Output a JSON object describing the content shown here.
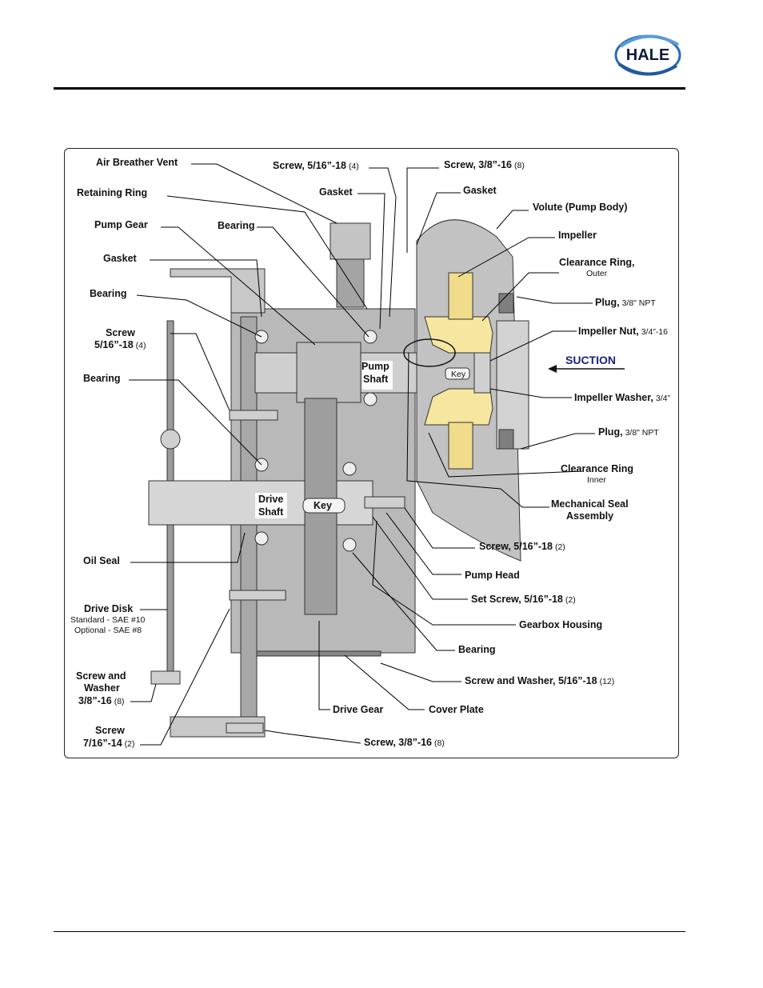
{
  "header": {
    "logo_text": "HALE"
  },
  "labels": {
    "air_breather_vent": "Air Breather Vent",
    "retaining_ring": "Retaining Ring",
    "pump_gear": "Pump Gear",
    "gasket_left": "Gasket",
    "bearing_upper_left": "Bearing",
    "screw_left_a": "Screw",
    "screw_left_b": "5/16”-18",
    "screw_left_qty": "(4)",
    "bearing_left_mid": "Bearing",
    "oil_seal": "Oil Seal",
    "drive_disk": "Drive Disk",
    "drive_disk_std": "Standard - SAE #10",
    "drive_disk_opt": "Optional - SAE #8",
    "screw_washer_a": "Screw and",
    "screw_washer_b": "Washer",
    "screw_washer_c": "3/8”-16",
    "screw_washer_qty": "(8)",
    "screw_716_a": "Screw",
    "screw_716_b": "7/16”-14",
    "screw_716_qty": "(2)",
    "screw_516_top": "Screw, 5/16”-18",
    "screw_516_top_qty": "(4)",
    "gasket_top_mid": "Gasket",
    "bearing_top_mid": "Bearing",
    "screw_38_top": "Screw, 3/8”-16",
    "screw_38_top_qty": "(8)",
    "gasket_top_right": "Gasket",
    "volute": "Volute (Pump Body)",
    "impeller": "Impeller",
    "clearance_ring_outer": "Clearance Ring,",
    "clearance_ring_outer_sub": "Outer",
    "plug_top": "Plug,",
    "plug_top_spec": "3/8\" NPT",
    "impeller_nut": "Impeller Nut,",
    "impeller_nut_spec": "3/4”-16",
    "suction": "SUCTION",
    "impeller_washer": "Impeller Washer,",
    "impeller_washer_spec": "3/4”",
    "plug_bottom": "Plug,",
    "plug_bottom_spec": "3/8\" NPT",
    "clearance_ring_inner": "Clearance Ring",
    "clearance_ring_inner_sub": "Inner",
    "mech_seal_a": "Mechanical Seal",
    "mech_seal_b": "Assembly",
    "screw_516_right": "Screw, 5/16”-18",
    "screw_516_right_qty": "(2)",
    "pump_head": "Pump Head",
    "set_screw": "Set Screw, 5/16”-18",
    "set_screw_qty": "(2)",
    "gearbox_housing": "Gearbox Housing",
    "bearing_bottom": "Bearing",
    "screw_washer_right": "Screw and Washer, 5/16”-18",
    "screw_washer_right_qty": "(12)",
    "cover_plate": "Cover Plate",
    "drive_gear": "Drive Gear",
    "screw_38_bottom": "Screw, 3/8”-16",
    "screw_38_bottom_qty": "(8)",
    "pump_shaft_a": "Pump",
    "pump_shaft_b": "Shaft",
    "drive_shaft_a": "Drive",
    "drive_shaft_b": "Shaft",
    "key_drive": "Key",
    "key_pump": "Key"
  }
}
